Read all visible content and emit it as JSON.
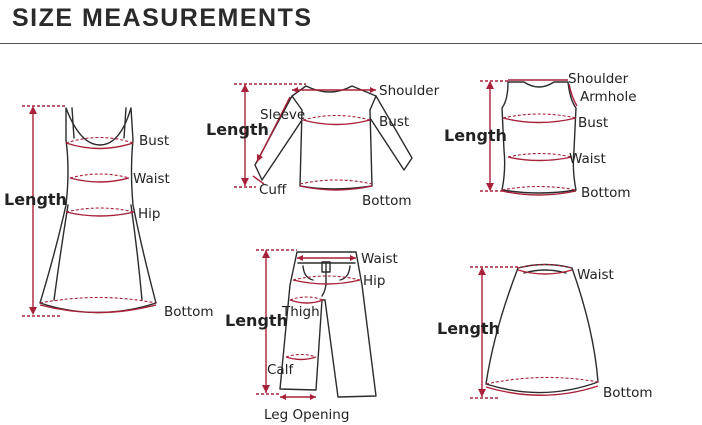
{
  "title": "SIZE MEASUREMENTS",
  "accent_color": "#a8213a",
  "line_color": "#2b2b2b",
  "dress": {
    "length": "Length",
    "bust": "Bust",
    "waist": "Waist",
    "hip": "Hip",
    "bottom": "Bottom"
  },
  "top": {
    "length": "Length",
    "sleeve": "Sleeve",
    "shoulder": "Shoulder",
    "bust": "Bust",
    "cuff": "Cuff",
    "bottom": "Bottom"
  },
  "tank": {
    "shoulder": "Shoulder",
    "armhole": "Armhole",
    "length": "Length",
    "bust": "Bust",
    "waist": "Waist",
    "bottom": "Bottom"
  },
  "pants": {
    "waist": "Waist",
    "hip": "Hip",
    "length": "Length",
    "thigh": "Thigh",
    "calf": "Calf",
    "leg_opening": "Leg Opening"
  },
  "skirt": {
    "waist": "Waist",
    "length": "Length",
    "bottom": "Bottom"
  }
}
